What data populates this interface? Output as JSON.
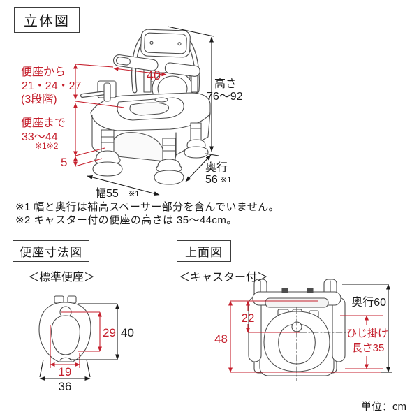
{
  "colors": {
    "red": "#c51f2c",
    "line": "#4d4d4d",
    "text": "#1a1a1a"
  },
  "perspective": {
    "title": "立体図",
    "seat_from": {
      "line1": "便座から",
      "line2": "21・24・27",
      "line3": "(3段階)"
    },
    "seat_to": {
      "line1": "便座まで",
      "line2": "33〜44",
      "note": "※1※2"
    },
    "spacer_height": "5",
    "armrest_span": "40",
    "height": {
      "label": "高さ",
      "value": "76〜92"
    },
    "depth": {
      "label": "奥行",
      "value": "56",
      "note": "※1"
    },
    "width": {
      "value": "幅55",
      "note": "※1"
    }
  },
  "footnotes": {
    "note1": "※1 幅と奥行は補高スペーサー部分を含んでいません。",
    "note2": "※2 キャスター付の便座の高さは 35〜44cm。"
  },
  "seat_diagram": {
    "title": "便座寸法図",
    "subtitle": "＜標準便座＞",
    "inner_height": "29",
    "outer_height": "40",
    "inner_width": "19",
    "outer_width": "36"
  },
  "top_view": {
    "title": "上面図",
    "subtitle": "＜キャスター付＞",
    "depth": "奥行60",
    "seat_inset": "22",
    "length": "48",
    "armrest": {
      "line1": "ひじ掛け",
      "line2": "長さ35"
    }
  },
  "unit": "単位：cm"
}
